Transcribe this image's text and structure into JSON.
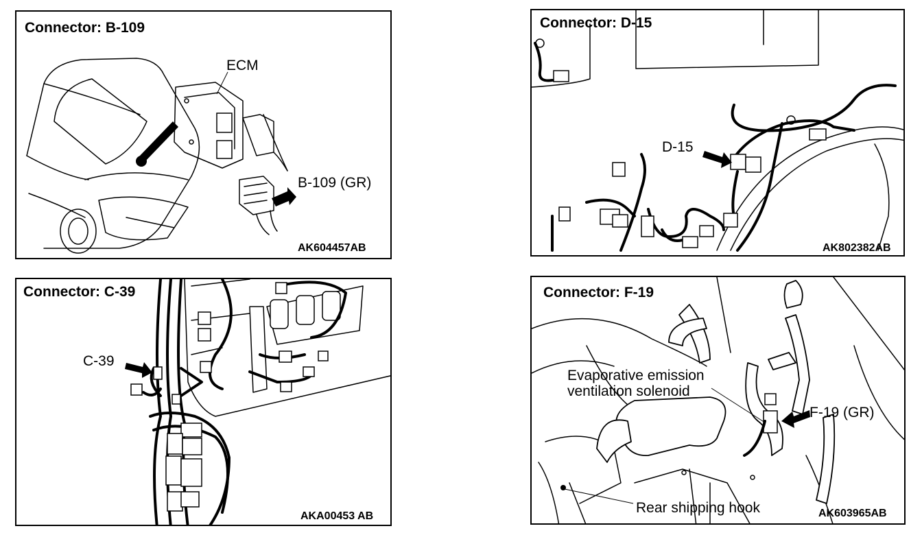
{
  "panels": [
    {
      "title": "Connector: B-109",
      "callouts": [
        "ECM",
        "B-109 (GR)"
      ],
      "code": "AK604457AB"
    },
    {
      "title": "Connector: D-15",
      "callouts": [
        "D-15"
      ],
      "code": "AK802382AB"
    },
    {
      "title": "Connector: C-39",
      "callouts": [
        "C-39"
      ],
      "code": "AKA00453 AB"
    },
    {
      "title": "Connector: F-19",
      "callouts": [
        "Evaporative emission",
        "ventilation solenoid",
        "F-19 (GR)",
        "Rear shipping hook"
      ],
      "code": "AK603965AB"
    }
  ]
}
